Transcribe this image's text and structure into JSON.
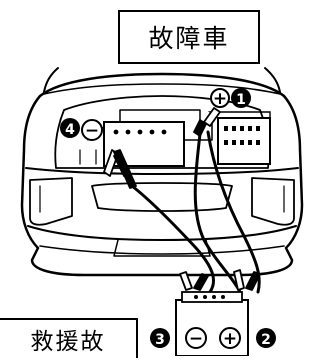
{
  "labels": {
    "disabled_car": "故障車",
    "rescue_car": "救援故"
  },
  "markers": {
    "one": "1",
    "two": "2",
    "three": "3",
    "four": "4"
  },
  "terminals": {
    "plus": "+",
    "minus": "−"
  }
}
